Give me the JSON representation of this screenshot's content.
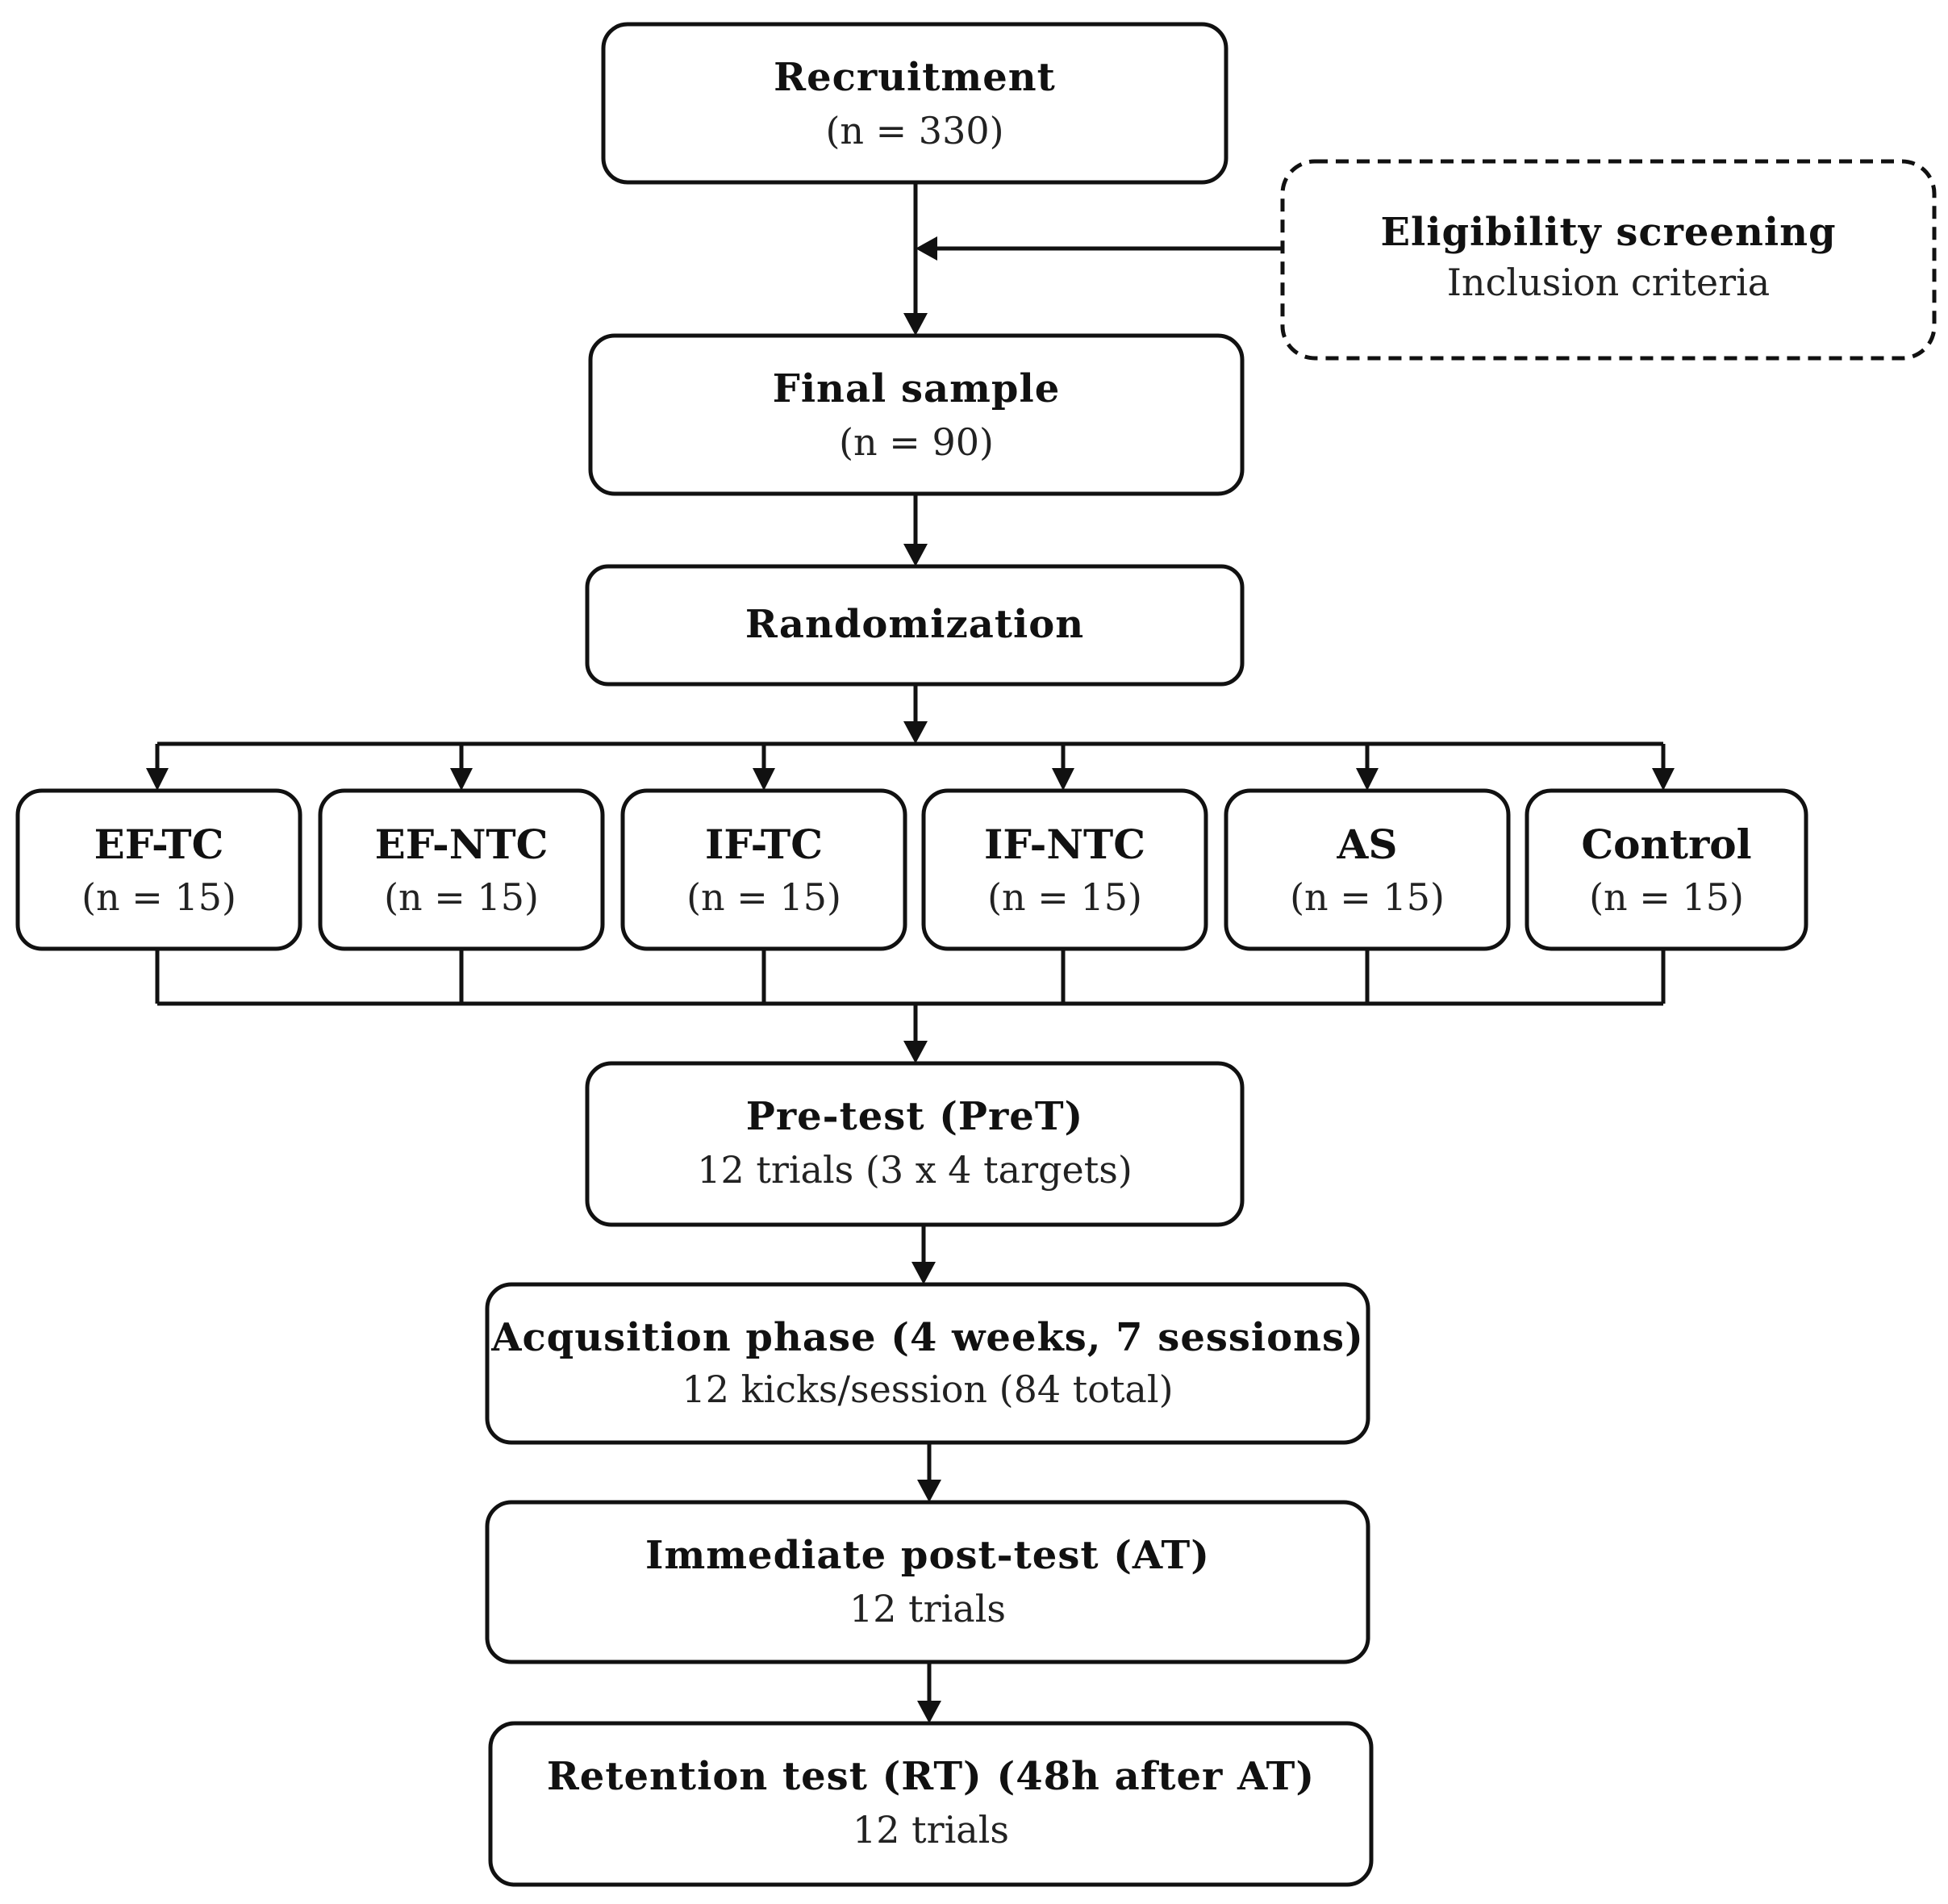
{
  "colors": {
    "stroke": "#111111",
    "fill": "#ffffff",
    "text": "#111111"
  },
  "recruitment": {
    "title": "Recruitment",
    "sub": "(n = 330)"
  },
  "eligibility": {
    "title": "Eligibility screening",
    "sub": "Inclusion criteria"
  },
  "final_sample": {
    "title": "Final sample",
    "sub": "(n = 90)"
  },
  "randomization": {
    "title": "Randomization"
  },
  "groups": [
    {
      "title": "EF-TC",
      "sub": "(n = 15)"
    },
    {
      "title": "EF-NTC",
      "sub": "(n = 15)"
    },
    {
      "title": "IF-TC",
      "sub": "(n = 15)"
    },
    {
      "title": "IF-NTC",
      "sub": "(n = 15)"
    },
    {
      "title": "AS",
      "sub": "(n = 15)"
    },
    {
      "title": "Control",
      "sub": "(n = 15)"
    }
  ],
  "pretest": {
    "title": "Pre-test (PreT)",
    "sub": "12 trials (3 x 4 targets)"
  },
  "acquisition": {
    "title": "Acqusition phase (4 weeks, 7 sessions)",
    "sub": "12 kicks/session (84 total)"
  },
  "posttest": {
    "title": "Immediate post-test (AT)",
    "sub": "12 trials"
  },
  "retention": {
    "title": "Retention test (RT) (48h after AT)",
    "sub": "12 trials"
  }
}
